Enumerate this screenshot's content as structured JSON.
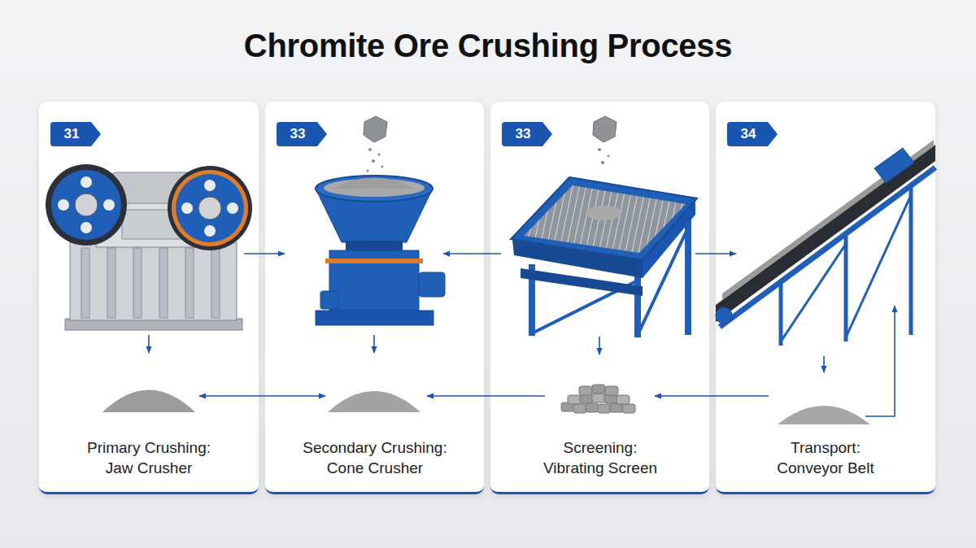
{
  "diagram": {
    "title": "Chromite Ore Crushing Process",
    "nodes": [
      {
        "text": [
          "31",
          "Primary Crushing: Jaw Crusher"
        ]
      },
      {
        "text": [
          "33",
          "Secondary Crushing: Cone Crusher"
        ]
      },
      {
        "text": [
          "33",
          "Screening: Vibrating Screen"
        ]
      },
      {
        "text": [
          "34",
          "Transport: Conveyor Belt"
        ]
      }
    ],
    "edges": [
      {
        "from": 0,
        "to": 1,
        "arrow": "to"
      },
      {
        "from": 2,
        "to": 1,
        "arrow": "to"
      },
      {
        "from": 2,
        "to": 3,
        "arrow": "to"
      },
      {
        "from": 0,
        "to": 1,
        "arrow": "both"
      },
      {
        "from": 2,
        "to": 1,
        "arrow": "to"
      },
      {
        "from": 3,
        "to": 2,
        "arrow": "to"
      }
    ]
  }
}
